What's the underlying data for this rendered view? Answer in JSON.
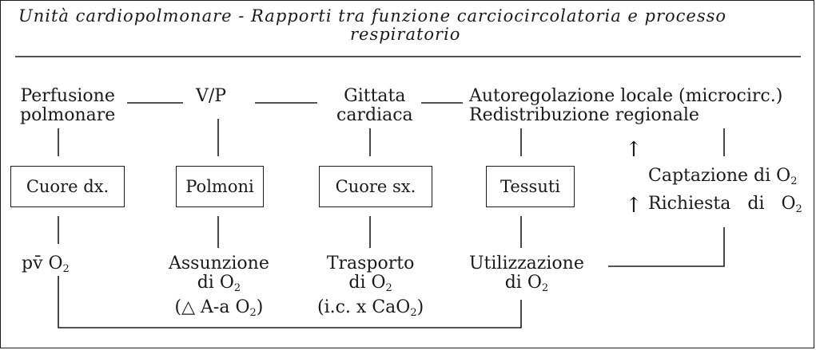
{
  "title": {
    "line1": "Unità cardiopolmonare - Rapporti tra funzione carciocircolatoria e processo",
    "line2": "respiratorio"
  },
  "top_row": {
    "perfusione": [
      "Perfusione",
      "polmonare"
    ],
    "vp": "V/P",
    "gittata": [
      "Gittata",
      "cardiaca"
    ],
    "autoregolazione": [
      "Autoregolazione locale (microcirc.)",
      "Redistribuzione regionale"
    ]
  },
  "boxes": {
    "cuore_dx": "Cuore dx.",
    "polmoni": "Polmoni",
    "cuore_sx": "Cuore sx.",
    "tessuti": "Tessuti"
  },
  "side": {
    "captazione": "Captazione di O",
    "richiesta": "Richiesta di O",
    "sub2": "2",
    "arrow": "↑"
  },
  "bottom_row": {
    "pvo2": "pv̄ O",
    "assunzione": [
      "Assunzione",
      "di O",
      "(△ A-a O",
      ")"
    ],
    "trasporto": [
      "Trasporto",
      "di O",
      "(i.c. x CaO",
      ")"
    ],
    "utilizzazione": [
      "Utilizzazione",
      "di O"
    ],
    "sub2": "2"
  }
}
